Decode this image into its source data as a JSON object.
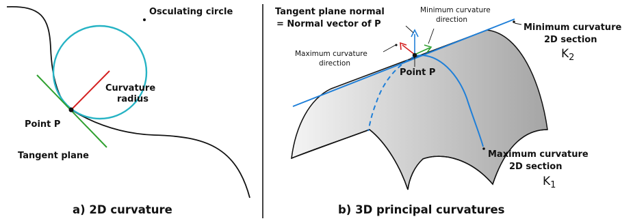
{
  "colors": {
    "curve": "#111111",
    "circle": "#26b3c4",
    "radius": "#d42020",
    "tangent": "#2fa02f",
    "section": "#1f7fd8",
    "surface_light": "#f2f2f2",
    "surface_dark": "#8a8a8a"
  },
  "panel_a": {
    "osculating_circle": "Osculating circle",
    "curvature_radius_line1": "Curvature",
    "curvature_radius_line2": "radius",
    "point_p": "Point P",
    "tangent_plane": "Tangent plane",
    "caption": "a) 2D curvature"
  },
  "panel_b": {
    "normal_line1": "Tangent plane normal",
    "normal_line2": "= Normal vector of P",
    "min_dir_line1": "Minimum curvature",
    "min_dir_line2": "direction",
    "max_dir_line1": "Maximum curvature",
    "max_dir_line2": "direction",
    "point_p": "Point P",
    "min_section_line1": "Minimum curvature",
    "min_section_line2": "2D section",
    "k2": "K",
    "k2_sub": "2",
    "max_section_line1": "Maximum curvature",
    "max_section_line2": "2D section",
    "k1": "K",
    "k1_sub": "1",
    "caption": "b) 3D principal curvatures"
  }
}
